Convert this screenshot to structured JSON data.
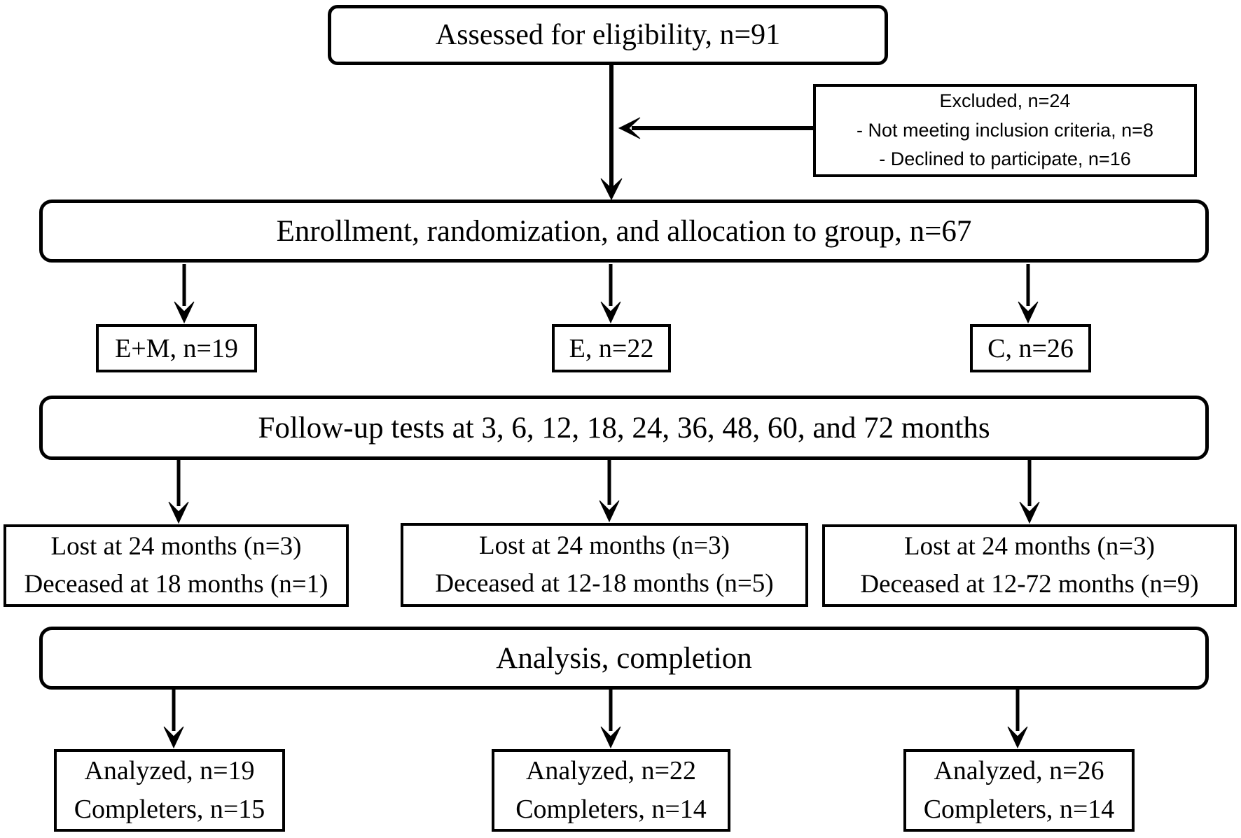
{
  "boxes": {
    "assessed": "Assessed for eligibility, n=91",
    "excluded": {
      "lines": [
        "Excluded, n=24",
        "- Not meeting inclusion criteria, n=8",
        "- Declined to participate, n=16"
      ]
    },
    "enrollment": "Enrollment, randomization, and allocation to group, n=67",
    "groups": [
      {
        "label": "E+M, n=19"
      },
      {
        "label": "E, n=22"
      },
      {
        "label": "C, n=26"
      }
    ],
    "followup": "Follow-up tests at 3, 6, 12, 18, 24, 36, 48, 60, and 72 months",
    "attrition": [
      {
        "lines": [
          "Lost at 24 months (n=3)",
          "Deceased at 18 months (n=1)"
        ]
      },
      {
        "lines": [
          "Lost at 24 months (n=3)",
          "Deceased at 12-18 months (n=5)"
        ]
      },
      {
        "lines": [
          "Lost at 24 months (n=3)",
          "Deceased at 12-72 months (n=9)"
        ]
      }
    ],
    "analysis": "Analysis, completion",
    "analyzed": [
      {
        "lines": [
          "Analyzed, n=19",
          "Completers, n=15"
        ]
      },
      {
        "lines": [
          "Analyzed, n=22",
          "Completers, n=14"
        ]
      },
      {
        "lines": [
          "Analyzed, n=26",
          "Completers, n=14"
        ]
      }
    ]
  },
  "colors": {
    "border": "#000000",
    "background": "#ffffff",
    "text": "#000000"
  }
}
